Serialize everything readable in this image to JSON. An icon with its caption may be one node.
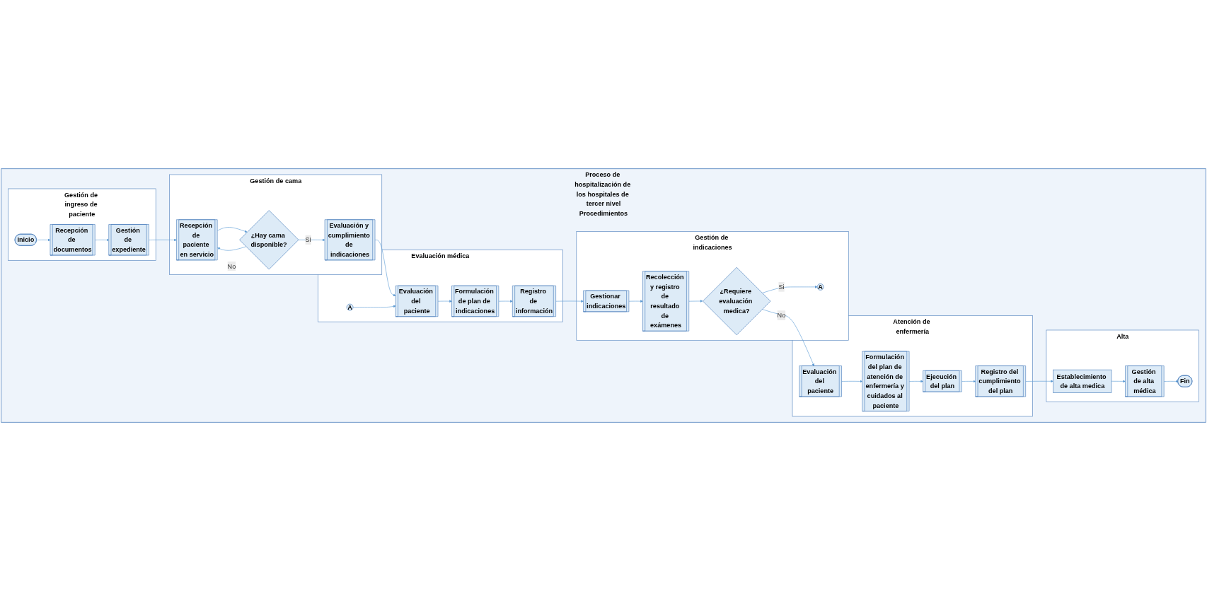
{
  "diagram": {
    "nodes": [
      {
        "text": [
          "Proceso de hospitalización de los hospitales de tercer nivel",
          "Procedimientos"
        ]
      },
      {
        "text": [
          "Gestión de ingreso de paciente"
        ],
        "in": 0
      },
      {
        "text": [
          "Gestión de cama"
        ],
        "in": 0
      },
      {
        "text": [
          "Evaluación médica"
        ],
        "in": 0
      },
      {
        "text": [
          "Gestión de indicaciones"
        ],
        "in": 0
      },
      {
        "text": [
          "Atención de enfermería"
        ],
        "in": 0
      },
      {
        "text": [
          "Alta"
        ],
        "in": 0
      },
      {
        "text": [
          "Inicio"
        ],
        "in": 1
      },
      {
        "text": [
          "Recepción de documentos"
        ],
        "in": 1
      },
      {
        "text": [
          "Gestión de expediente"
        ],
        "in": 1
      },
      {
        "text": [
          "Recepción de paciente en servicio"
        ],
        "in": 2
      },
      {
        "text": [
          "¿Hay cama disponible?"
        ],
        "in": 2
      },
      {
        "text": [
          "Evaluación y cumplimiento de indicaciones"
        ],
        "in": 2
      },
      {
        "text": [
          "A"
        ],
        "in": 3
      },
      {
        "text": [
          "Evaluación del paciente"
        ],
        "in": 3
      },
      {
        "text": [
          "Formulación de plan de indicaciones"
        ],
        "in": 3
      },
      {
        "text": [
          "Registro de información"
        ],
        "in": 3
      },
      {
        "text": [
          "Gestionar indicaciones"
        ],
        "in": 4
      },
      {
        "text": [
          "Recolección y registro de resultado de exámenes"
        ],
        "in": 4
      },
      {
        "text": [
          "¿Requiere evaluación medica?"
        ],
        "in": 4
      },
      {
        "text": [
          "A"
        ],
        "in": 4
      },
      {
        "text": [
          "Evaluación del paciente"
        ],
        "in": 5
      },
      {
        "text": [
          "Formulación del plan de atención de enfermería y cuidados al paciente"
        ],
        "in": 5
      },
      {
        "text": [
          "Ejecución del plan"
        ],
        "in": 5
      },
      {
        "text": [
          "Registro del cumplimiento del plan"
        ],
        "in": 5
      },
      {
        "text": [
          "Establecimiento de alta medica"
        ],
        "in": 6
      },
      {
        "text": [
          "Gestión de alta médica"
        ],
        "in": 6
      },
      {
        "text": [
          "Fin"
        ],
        "in": 6
      }
    ],
    "edges": [
      {
        "from": 7,
        "to": 8,
        "arrow": "to"
      },
      {
        "from": 8,
        "to": 9,
        "arrow": "to"
      },
      {
        "from": 9,
        "to": 10,
        "arrow": "to"
      },
      {
        "from": 10,
        "to": 11,
        "arrow": "to"
      },
      {
        "from": 11,
        "to": 10,
        "arrow": "to",
        "label": "No"
      },
      {
        "from": 11,
        "to": 12,
        "arrow": "to",
        "label": "Si"
      },
      {
        "from": 12,
        "to": 14,
        "arrow": "to"
      },
      {
        "from": 13,
        "to": 14,
        "arrow": "to"
      },
      {
        "from": 14,
        "to": 15,
        "arrow": "to"
      },
      {
        "from": 15,
        "to": 16,
        "arrow": "to"
      },
      {
        "from": 16,
        "to": 17,
        "arrow": "to"
      },
      {
        "from": 17,
        "to": 18,
        "arrow": "to"
      },
      {
        "from": 18,
        "to": 19,
        "arrow": "to"
      },
      {
        "from": 19,
        "to": 20,
        "arrow": "to",
        "label": "Si"
      },
      {
        "from": 19,
        "to": 21,
        "arrow": "to",
        "label": "No"
      },
      {
        "from": 21,
        "to": 22,
        "arrow": "to"
      },
      {
        "from": 22,
        "to": 23,
        "arrow": "to"
      },
      {
        "from": 23,
        "to": 24,
        "arrow": "to"
      },
      {
        "from": 24,
        "to": 25,
        "arrow": "to"
      },
      {
        "from": 25,
        "to": 26,
        "arrow": "to"
      },
      {
        "from": 26,
        "to": 27,
        "arrow": "to"
      }
    ]
  }
}
